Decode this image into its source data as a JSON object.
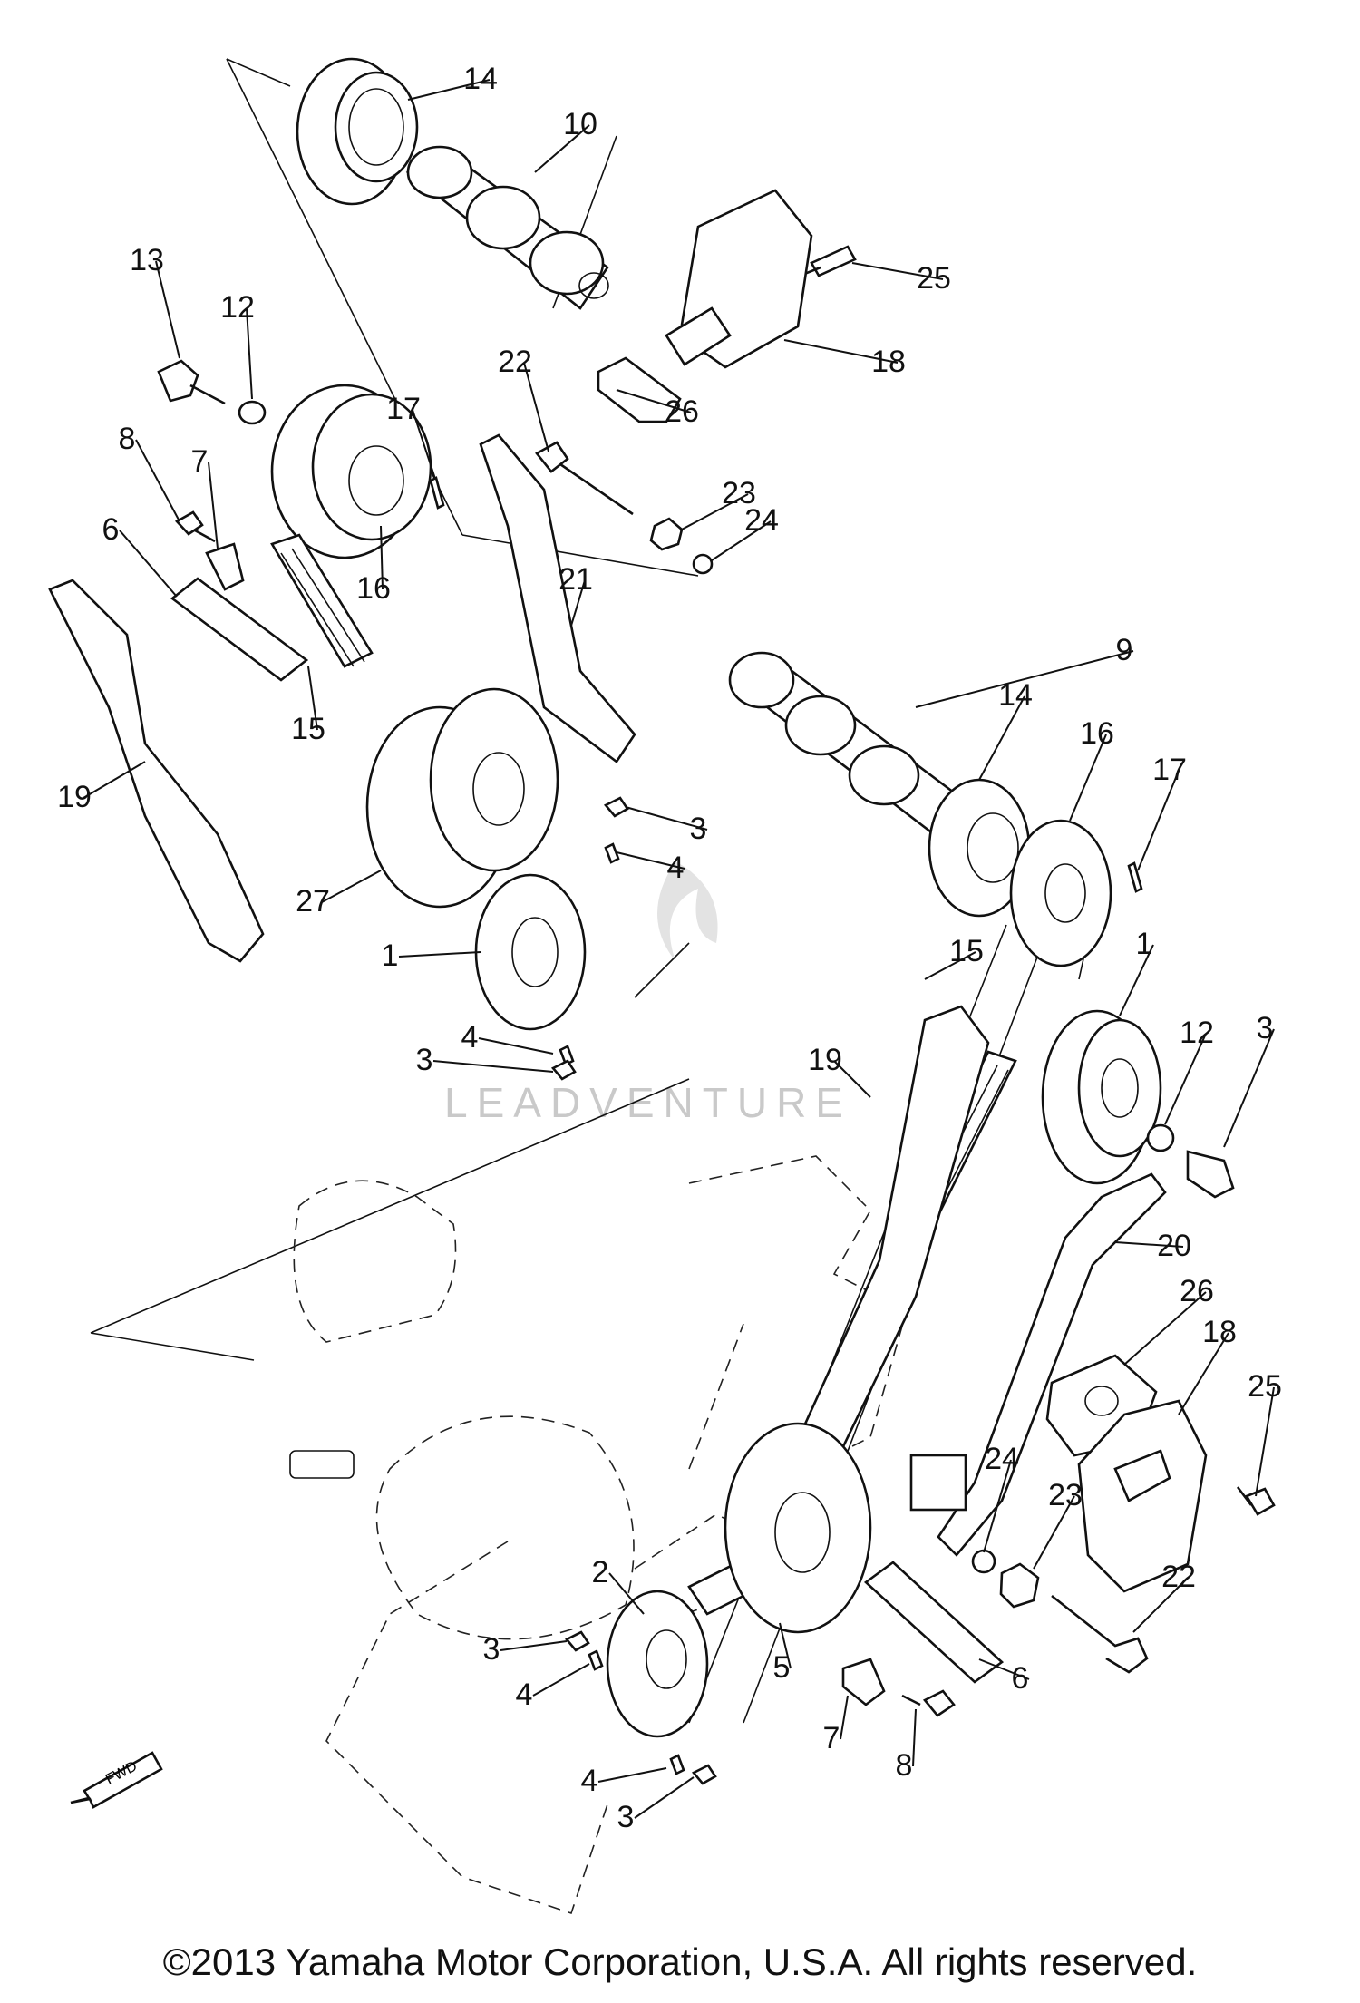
{
  "callouts": [
    "14",
    "10",
    "25",
    "13",
    "12",
    "18",
    "22",
    "17",
    "26",
    "8",
    "7",
    "23",
    "24",
    "6",
    "16",
    "21",
    "15",
    "9",
    "19",
    "14",
    "16",
    "17",
    "3",
    "27",
    "4",
    "1",
    "15",
    "1",
    "12",
    "3",
    "4",
    "3",
    "19",
    "20",
    "26",
    "18",
    "25",
    "24",
    "23",
    "22",
    "2",
    "5",
    "6",
    "3",
    "4",
    "7",
    "8",
    "4",
    "3"
  ],
  "watermark": "LEADVENTURE",
  "fwd_label": "FWD",
  "copyright": "©2013 Yamaha Motor Corporation, U.S.A. All rights reserved."
}
